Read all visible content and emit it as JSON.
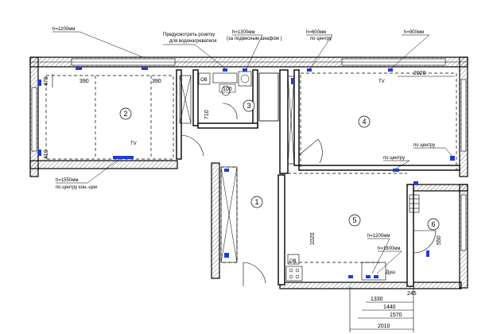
{
  "annotations": {
    "h1200_top": "h=1200мм",
    "socket_note_line1": "Предусмотреть розетку",
    "socket_note_line2": "для водонагревателя",
    "h1300_line1": "h=1300мм",
    "h1300_line2": "(за подвесным шкафом )",
    "h600_line1": "h=600мм",
    "h600_line2": "по центру",
    "h900": "h=900мм",
    "h1550_line1": "h=1550мм",
    "h1550_line2": "по центру кон.-ции",
    "center_1": "по центру",
    "center_2": "по центру",
    "h1200_kitchen": "h=1200мм",
    "h1800_kitchen": "h=1800мм",
    "tv_1": "TV",
    "tv_2": "TV",
    "ob_1": "OB",
    "ob_2": "OB",
    "dush": "Душ"
  },
  "dimensions": {
    "d470": "470",
    "d390a": "390",
    "d390b": "390",
    "d410": "410",
    "d100": "100",
    "d710": "710",
    "d2020": "2020",
    "d1020": "1020",
    "d550": "550",
    "d245": "245",
    "d1330": "1330",
    "d1440": "1440",
    "d1570": "1570",
    "d2010": "2010"
  },
  "rooms": {
    "r1": "1",
    "r2": "2",
    "r3": "3",
    "r4": "4",
    "r5": "5",
    "r6": "6"
  },
  "colors": {
    "wall": "#000000",
    "socket": "#1f3bd6",
    "background": "#ffffff"
  }
}
